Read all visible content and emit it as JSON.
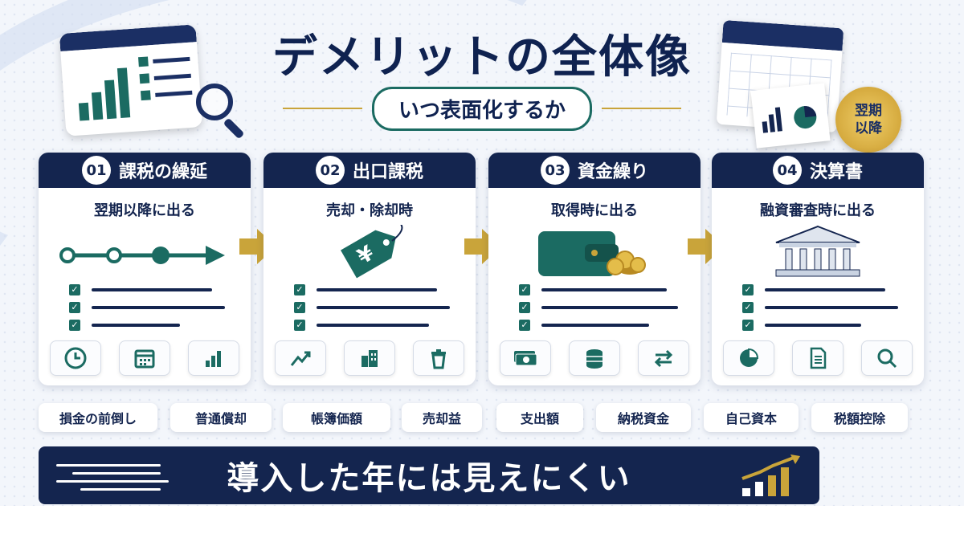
{
  "title": "デメリットの全体像",
  "subtitle": "いつ表面化するか",
  "badge": {
    "line1": "翌期",
    "line2": "以降"
  },
  "colors": {
    "navy": "#14254f",
    "teal": "#1b6b62",
    "gold": "#c9a43a"
  },
  "cards": [
    {
      "num": "01",
      "title": "課税の繰延",
      "sub": "翌期以降に出る",
      "visual": "timeline-arrow",
      "icons": [
        "clock-icon",
        "calendar-icon",
        "bar-chart-icon"
      ]
    },
    {
      "num": "02",
      "title": "出口課税",
      "sub": "売却・除却時",
      "visual": "yen-tag",
      "icons": [
        "trend-up-icon",
        "building-icon",
        "trash-icon"
      ]
    },
    {
      "num": "03",
      "title": "資金繰り",
      "sub": "取得時に出る",
      "visual": "wallet-coins",
      "icons": [
        "cash-icon",
        "coin-stack-icon",
        "exchange-icon"
      ]
    },
    {
      "num": "04",
      "title": "決算書",
      "sub": "融資審査時に出る",
      "visual": "bank-building",
      "icons": [
        "pie-chart-icon",
        "document-icon",
        "search-icon"
      ]
    }
  ],
  "tags": [
    "損金の前倒し",
    "普通償却",
    "帳簿価額",
    "売却益",
    "支出額",
    "納税資金",
    "自己資本",
    "税額控除"
  ],
  "banner": "導入した年には見えにくい"
}
